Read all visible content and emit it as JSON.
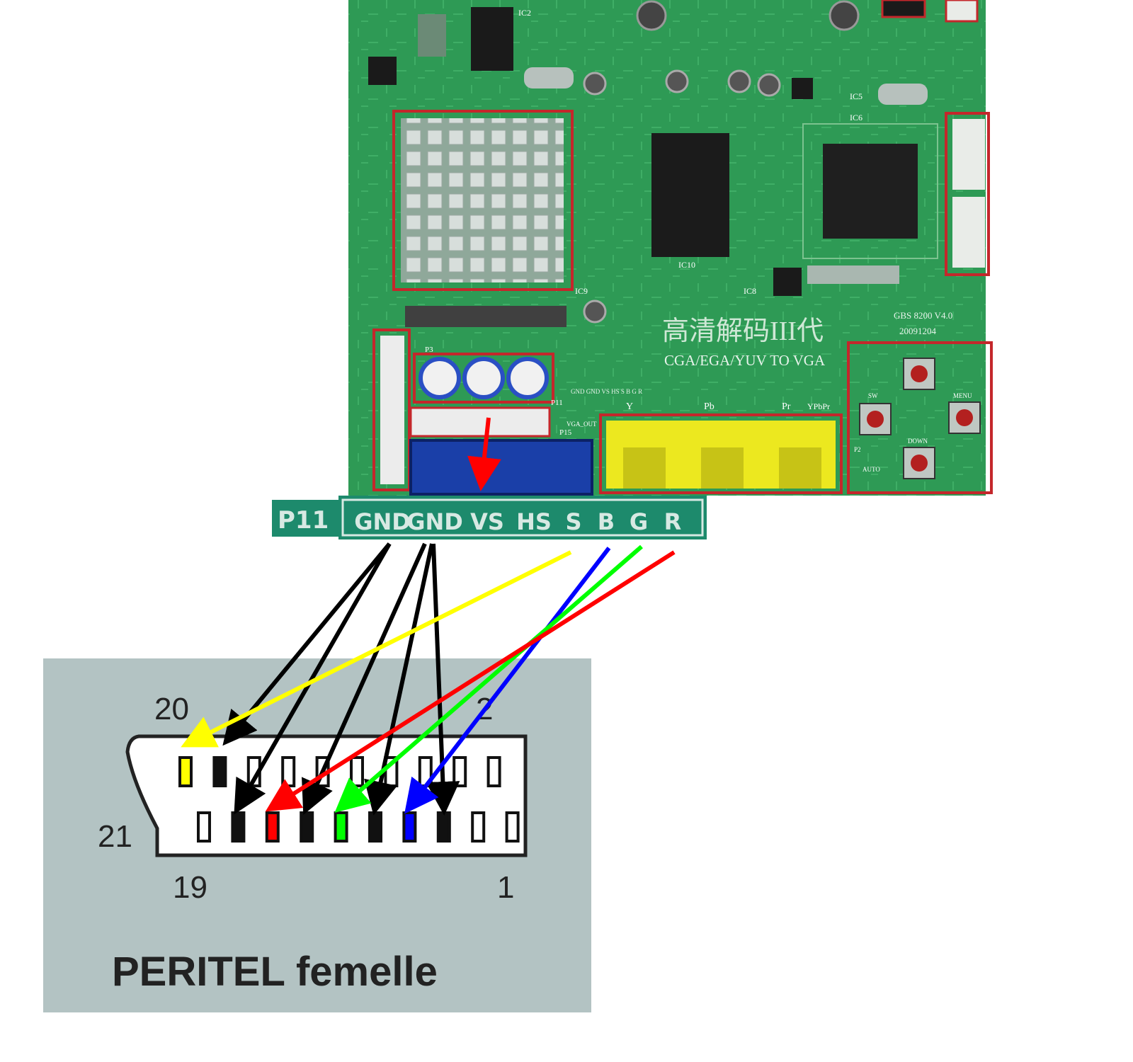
{
  "colors": {
    "pcb": "#2e9a55",
    "pcb_dark": "#1f7a3f",
    "header_bg": "#1d8a6c",
    "connector_bg": "#b3c3c3",
    "wire_gnd": "#000000",
    "wire_sync": "#ffff00",
    "wire_blue": "#0000ff",
    "wire_green": "#00ff00",
    "wire_red": "#ff0000",
    "vga_blue": "#1a3fa8",
    "ypbpr_yellow": "#ece81f"
  },
  "board": {
    "chip_labels": [
      "IC9",
      "IC10",
      "IC5",
      "IC6",
      "IC8",
      "IC2"
    ],
    "silkscreen_title": "高清解码III代",
    "silkscreen_subtitle": "CGA/EGA/YUV TO VGA",
    "version": "GBS 8200 V4.0",
    "date": "20091204",
    "ypbpr_channels": [
      "Y",
      "Pb",
      "Pr"
    ],
    "ypbpr_label": "YPbPr",
    "pin_header_silk": "GND GND VS HS S B G R",
    "header_labels": [
      "P11",
      "P15",
      "P3",
      "VGA_OUT"
    ],
    "button_labels": [
      "SW",
      "MENU",
      "DOWN",
      "AUTO",
      "P2"
    ]
  },
  "header": {
    "name": "P11",
    "pins": [
      "GND",
      "GND",
      "VS",
      "HS",
      "S",
      "B",
      "G",
      "R"
    ]
  },
  "scart": {
    "title": "PERITEL femelle",
    "corner_labels": {
      "top_left": "20",
      "top_right": "2",
      "bottom_left": "19",
      "bottom_right": "1",
      "left": "21"
    }
  },
  "wiring": [
    {
      "from": "GND",
      "to_pin": 18,
      "color": "wire_gnd"
    },
    {
      "from": "GND",
      "to_pin": 17,
      "color": "wire_gnd"
    },
    {
      "from": "GND",
      "to_pin": 13,
      "color": "wire_gnd"
    },
    {
      "from": "GND",
      "to_pin": 9,
      "color": "wire_gnd"
    },
    {
      "from": "GND",
      "to_pin": 5,
      "color": "wire_gnd"
    },
    {
      "from": "S",
      "to_pin": 20,
      "color": "wire_sync"
    },
    {
      "from": "B",
      "to_pin": 7,
      "color": "wire_blue"
    },
    {
      "from": "G",
      "to_pin": 11,
      "color": "wire_green"
    },
    {
      "from": "R",
      "to_pin": 15,
      "color": "wire_red"
    }
  ]
}
